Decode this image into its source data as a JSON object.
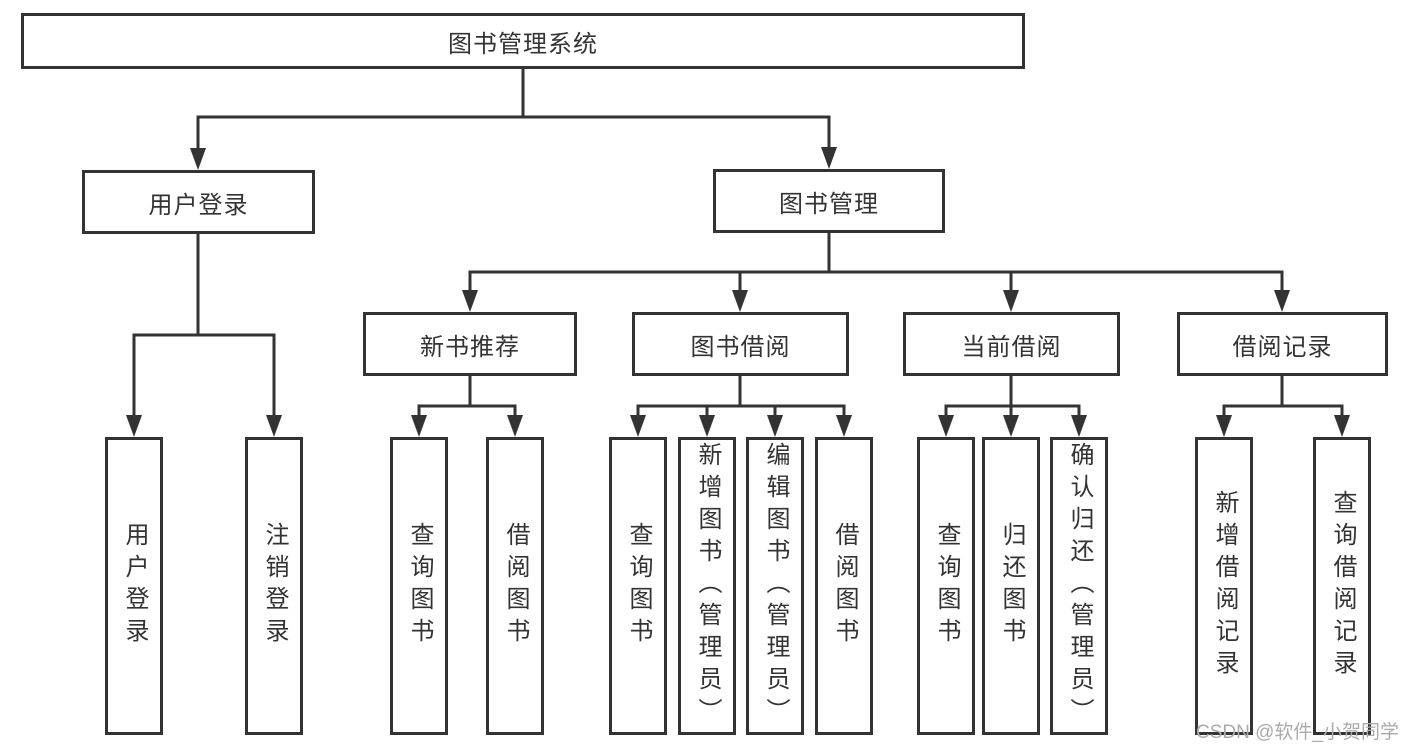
{
  "tree": {
    "label": "图书管理系统",
    "children": [
      {
        "label": "用户登录",
        "children": [
          {
            "label": "用户登录"
          },
          {
            "label": "注销登录"
          }
        ]
      },
      {
        "label": "图书管理",
        "children": [
          {
            "label": "新书推荐",
            "children": [
              {
                "label": "查询图书"
              },
              {
                "label": "借阅图书"
              }
            ]
          },
          {
            "label": "图书借阅",
            "children": [
              {
                "label": "查询图书"
              },
              {
                "label": "新增图书（管理员）"
              },
              {
                "label": "编辑图书（管理员）"
              },
              {
                "label": "借阅图书"
              }
            ]
          },
          {
            "label": "当前借阅",
            "children": [
              {
                "label": "查询图书"
              },
              {
                "label": "归还图书"
              },
              {
                "label": "确认归还（管理员）"
              }
            ]
          },
          {
            "label": "借阅记录",
            "children": [
              {
                "label": "新增借阅记录"
              },
              {
                "label": "查询借阅记录"
              }
            ]
          }
        ]
      }
    ]
  },
  "watermark": "CSDN @软件_小贺同学",
  "colors": {
    "line": "#333333",
    "text": "#333333",
    "watermark": "#ababab",
    "background": "#ffffff"
  }
}
